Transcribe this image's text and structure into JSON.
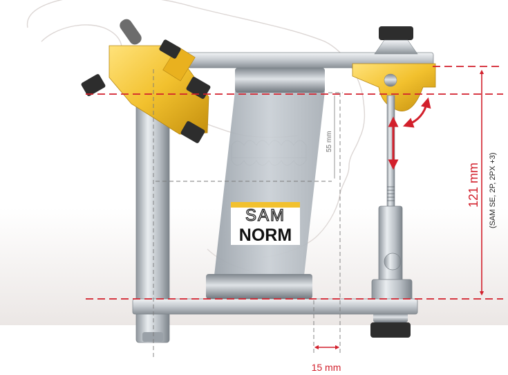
{
  "logo": {
    "line1": "SAM",
    "line2": "NORM"
  },
  "dimensions": {
    "height_value": "121 mm",
    "height_note": "(SAM SE, 2P, 2PX +3)",
    "offset_value": "15 mm",
    "incisal_value": "55 mm"
  },
  "colors": {
    "accent_red": "#d21f2b",
    "gold": "#f2c12e",
    "steel": "#b9bfc6",
    "pillar": "#b4bcc4"
  }
}
